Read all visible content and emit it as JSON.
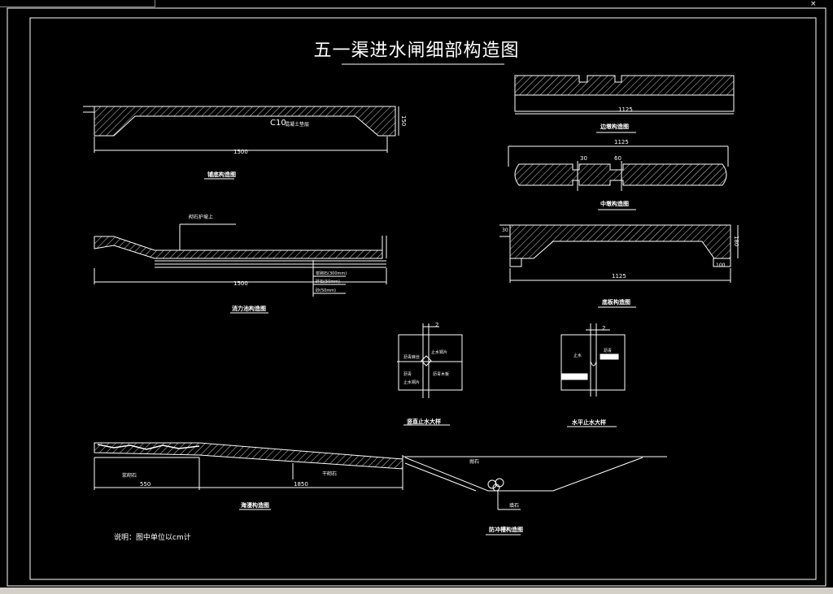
{
  "title": "五一渠进水闸细部构造图",
  "note": "说明：图中单位以cm计",
  "captions": {
    "gate_slab": "铺底构造图",
    "apron": "消力池构造图",
    "pier_side": "边墩构造图",
    "middle_pier": "中墩构造图",
    "base_slab": "底板构造图",
    "vertical_stop": "竖直止水大样",
    "horizontal_stop": "水平止水大样",
    "riprap": "海漫构造图",
    "anti_scour": "防冲槽构造图"
  },
  "labels": {
    "c10": "C10",
    "c10_text": "混凝土垫层",
    "mortar_top": "砌石护坡上",
    "layer1": "浆砌石(300mm)",
    "layer2": "碎石(50mm)",
    "layer3": "砂(50mm)",
    "dry_stone": "浆砌石",
    "dry_stone2": "干砌石",
    "scour_stone": "抛石",
    "scour_pit": "填石",
    "v_asphalt": "沥青麻丝",
    "v_copper": "止水铜片",
    "v_joint1": "沥青",
    "v_joint2": "止水铜片",
    "v_mastic": "沥青木板",
    "h_left": "止水",
    "h_mid": "沥青"
  },
  "dims": {
    "slab_len": "1500",
    "slab_h": "150",
    "apron_len": "1500",
    "pier_len": "1125",
    "mid_len": "1125",
    "mid_30": "30",
    "mid_60": "60",
    "base_len": "1125",
    "base_h": "180",
    "base_100": "100",
    "base_30": "30",
    "rip_550": "550",
    "rip_1850": "1850",
    "v_2": "2",
    "h_2": "2"
  }
}
